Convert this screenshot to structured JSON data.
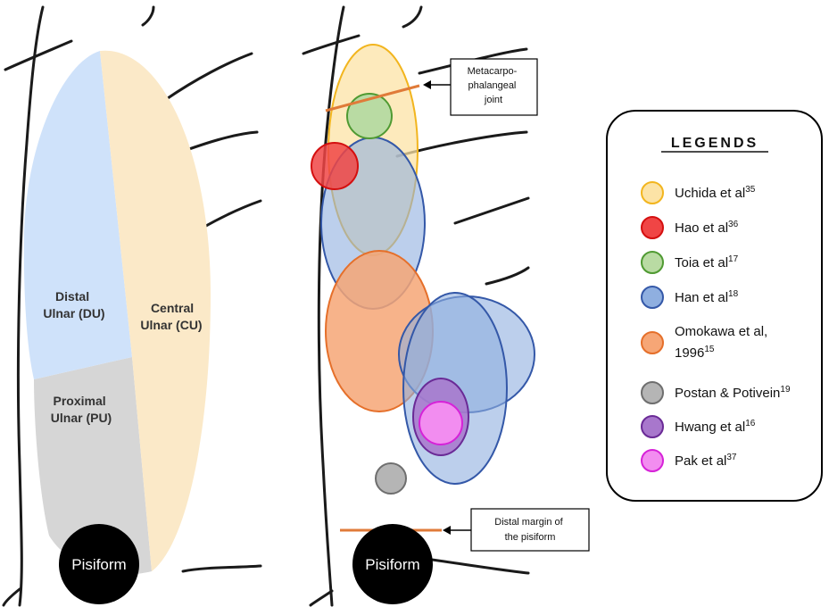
{
  "left_panel": {
    "regions": [
      {
        "label_lines": [
          "Distal",
          "Ulnar (DU)"
        ],
        "color": "#cfe2fa"
      },
      {
        "label_lines": [
          "Central",
          "Ulnar (CU)"
        ],
        "color": "#fbe9c8"
      },
      {
        "label_lines": [
          "Proximal",
          "Ulnar (PU)"
        ],
        "color": "#d6d6d6"
      }
    ],
    "pisiform_label": "Pisiform"
  },
  "right_panel": {
    "pisiform_label": "Pisiform",
    "callouts": {
      "mcp": [
        "Metacarpo-",
        "phalangeal",
        "joint"
      ],
      "distal_margin": [
        "Distal margin of",
        "the pisiform"
      ]
    },
    "reference_line_color": "#e07b39"
  },
  "legend": {
    "title": "LEGENDS",
    "items": [
      {
        "text": "Uchida et al",
        "sup": "35",
        "fill": "#fce3a6",
        "stroke": "#f2b51e"
      },
      {
        "text": "Hao et al",
        "sup": "36",
        "fill": "#f04545",
        "stroke": "#d40f0f"
      },
      {
        "text": "Toia et al",
        "sup": "17",
        "fill": "#b9dba3",
        "stroke": "#4f9a32"
      },
      {
        "text": "Han et al",
        "sup": "18",
        "fill": "#8fafe0",
        "stroke": "#3458a8"
      },
      {
        "text_lines": [
          "Omokawa et al,",
          "1996"
        ],
        "sup": "15",
        "fill": "#f6a676",
        "stroke": "#e56f2a"
      },
      {
        "text": "Postan & Potivein",
        "sup": "19",
        "fill": "#b5b5b5",
        "stroke": "#6e6e6e"
      },
      {
        "text": "Hwang et al",
        "sup": "16",
        "fill": "#a877cc",
        "stroke": "#6a2a96"
      },
      {
        "text": "Pak et al",
        "sup": "37",
        "fill": "#f28df0",
        "stroke": "#d622d8"
      }
    ]
  }
}
